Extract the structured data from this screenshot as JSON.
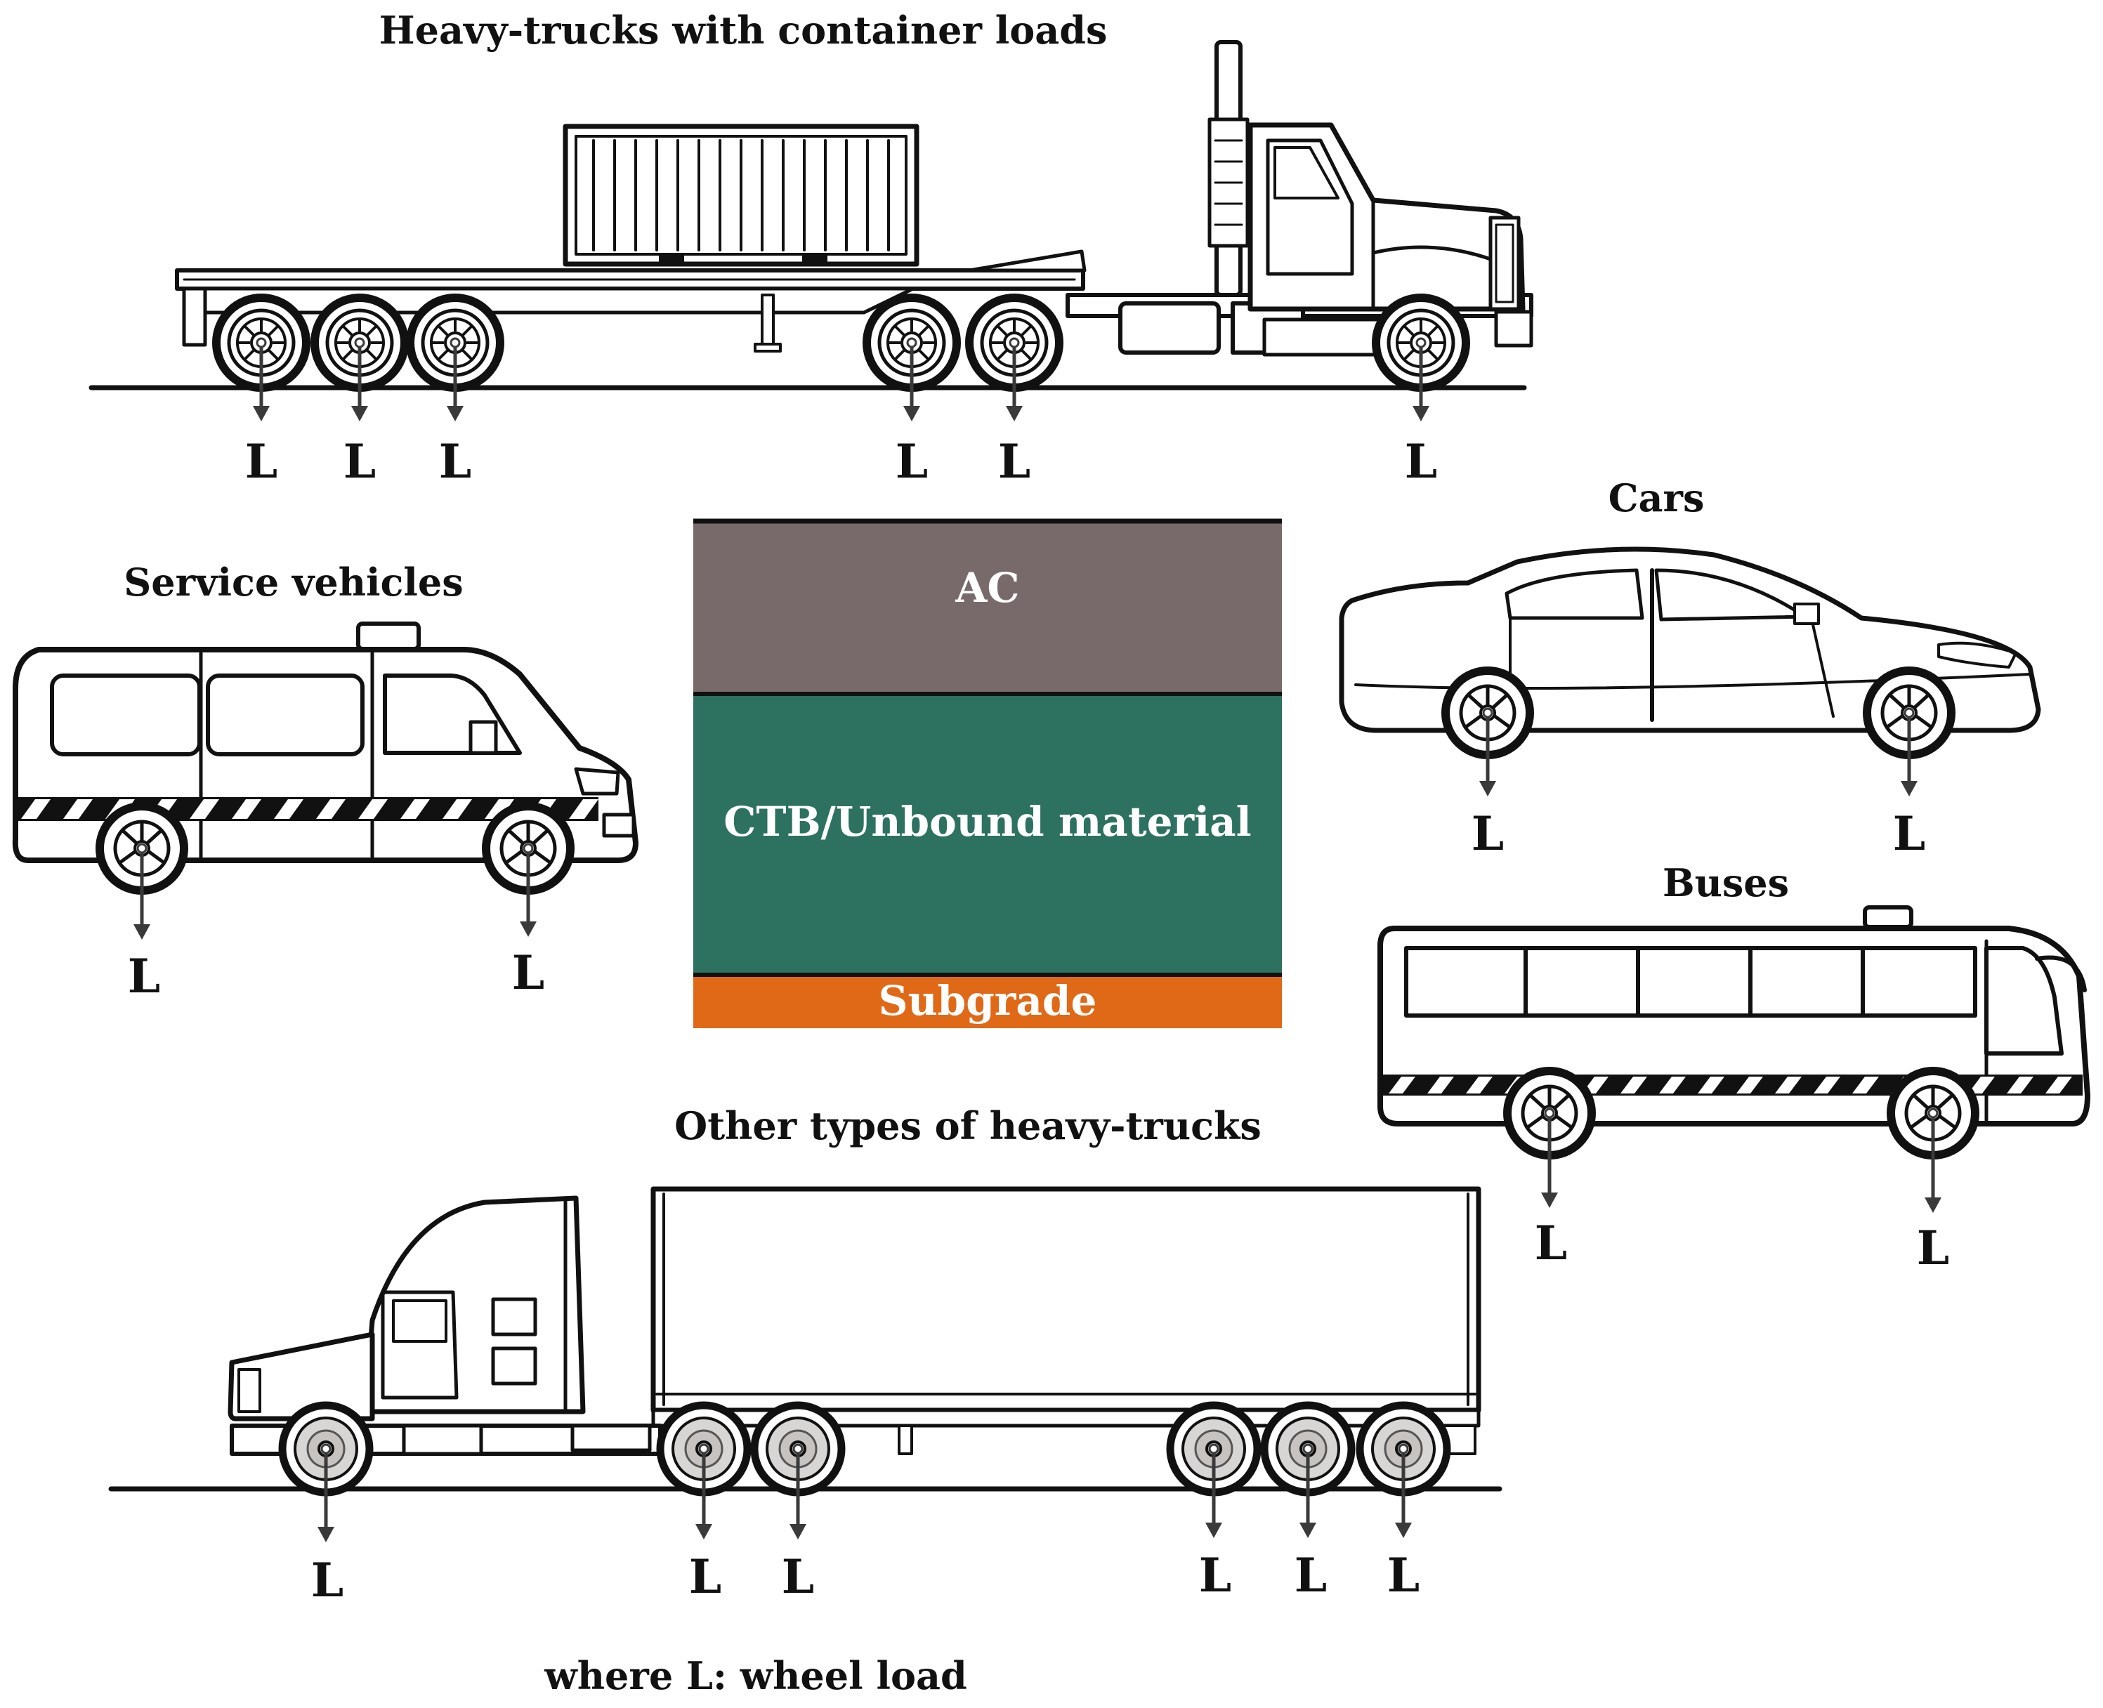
{
  "titles": {
    "container_trucks": "Heavy-trucks with container loads",
    "service_vehicles": "Service vehicles",
    "cars": "Cars",
    "buses": "Buses",
    "other_trucks": "Other types of heavy-trucks"
  },
  "pavement_layers": [
    {
      "name": "AC",
      "color": "#786a6b"
    },
    {
      "name": "CTB/Unbound material",
      "color": "#2d7160"
    },
    {
      "name": "Subgrade",
      "color": "#e06918"
    }
  ],
  "load_symbol": "L",
  "footnote": "where L: wheel load",
  "colors": {
    "ink": "#111111",
    "arrow": "#3a3a3a"
  }
}
